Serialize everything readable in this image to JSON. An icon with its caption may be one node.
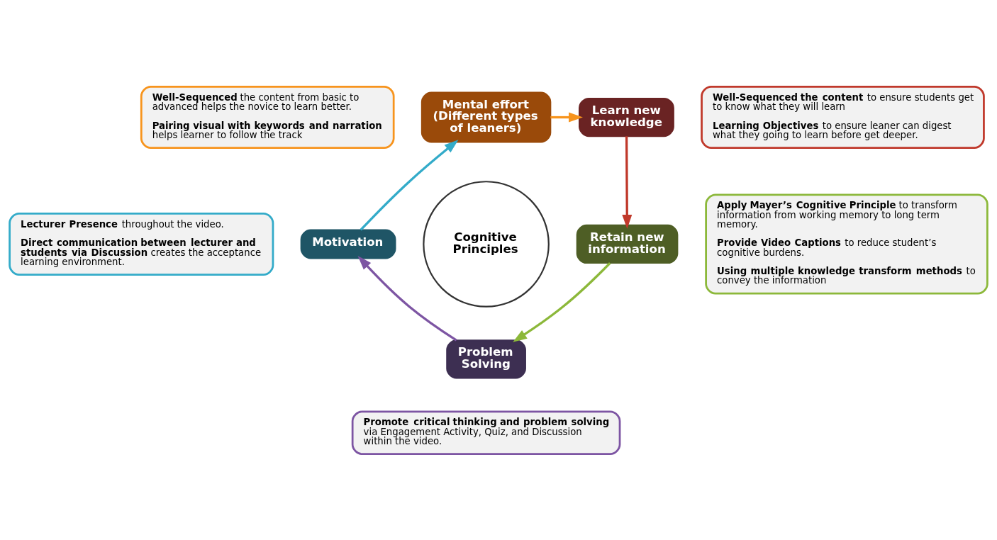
{
  "diagram": {
    "nodes": [
      {
        "text": [
          "Cognitive Principles"
        ]
      },
      {
        "text": [
          "Mental effort (Different types of leaners)"
        ]
      },
      {
        "text": [
          "Learn new knowledge"
        ]
      },
      {
        "text": [
          "Retain new information"
        ]
      },
      {
        "text": [
          "Problem Solving"
        ]
      },
      {
        "text": [
          "Motivation"
        ]
      },
      {
        "text": [
          "**Well-Sequenced** the content from basic to advanced helps the novice to learn better.",
          "**Pairing visual with keywords and narration** helps learner to follow the track"
        ]
      },
      {
        "text": [
          "**Well-Sequenced the content** to ensure students get to know what they will learn",
          "**Learning Objectives** to ensure leaner can digest what they going to learn before get deeper."
        ]
      },
      {
        "text": [
          "**Apply Mayer’s Cognitive Principle** to transform information from working memory to long term memory.",
          "**Provide Video Captions** to reduce student’s cognitive burdens.",
          "**Using multiple knowledge transform methods** to convey the information"
        ]
      },
      {
        "text": [
          "**Promote critical thinking and problem solving** via Engagement Activity, Quiz, and Discussion within the video."
        ]
      },
      {
        "text": [
          "**Lecturer Presence** throughout the video.",
          "**Direct communication between lecturer and students via Discussion** creates the acceptance learning environment."
        ]
      }
    ],
    "edges": [
      {
        "from": 1,
        "to": 2,
        "arrow": "to",
        "color": "#f7941d"
      },
      {
        "from": 2,
        "to": 3,
        "arrow": "to",
        "color": "#c0392b"
      },
      {
        "from": 3,
        "to": 4,
        "arrow": "to",
        "color": "#8cb83a"
      },
      {
        "from": 4,
        "to": 5,
        "arrow": "to",
        "color": "#7d55a3"
      },
      {
        "from": 5,
        "to": 1,
        "arrow": "to",
        "color": "#33abc9"
      }
    ]
  }
}
